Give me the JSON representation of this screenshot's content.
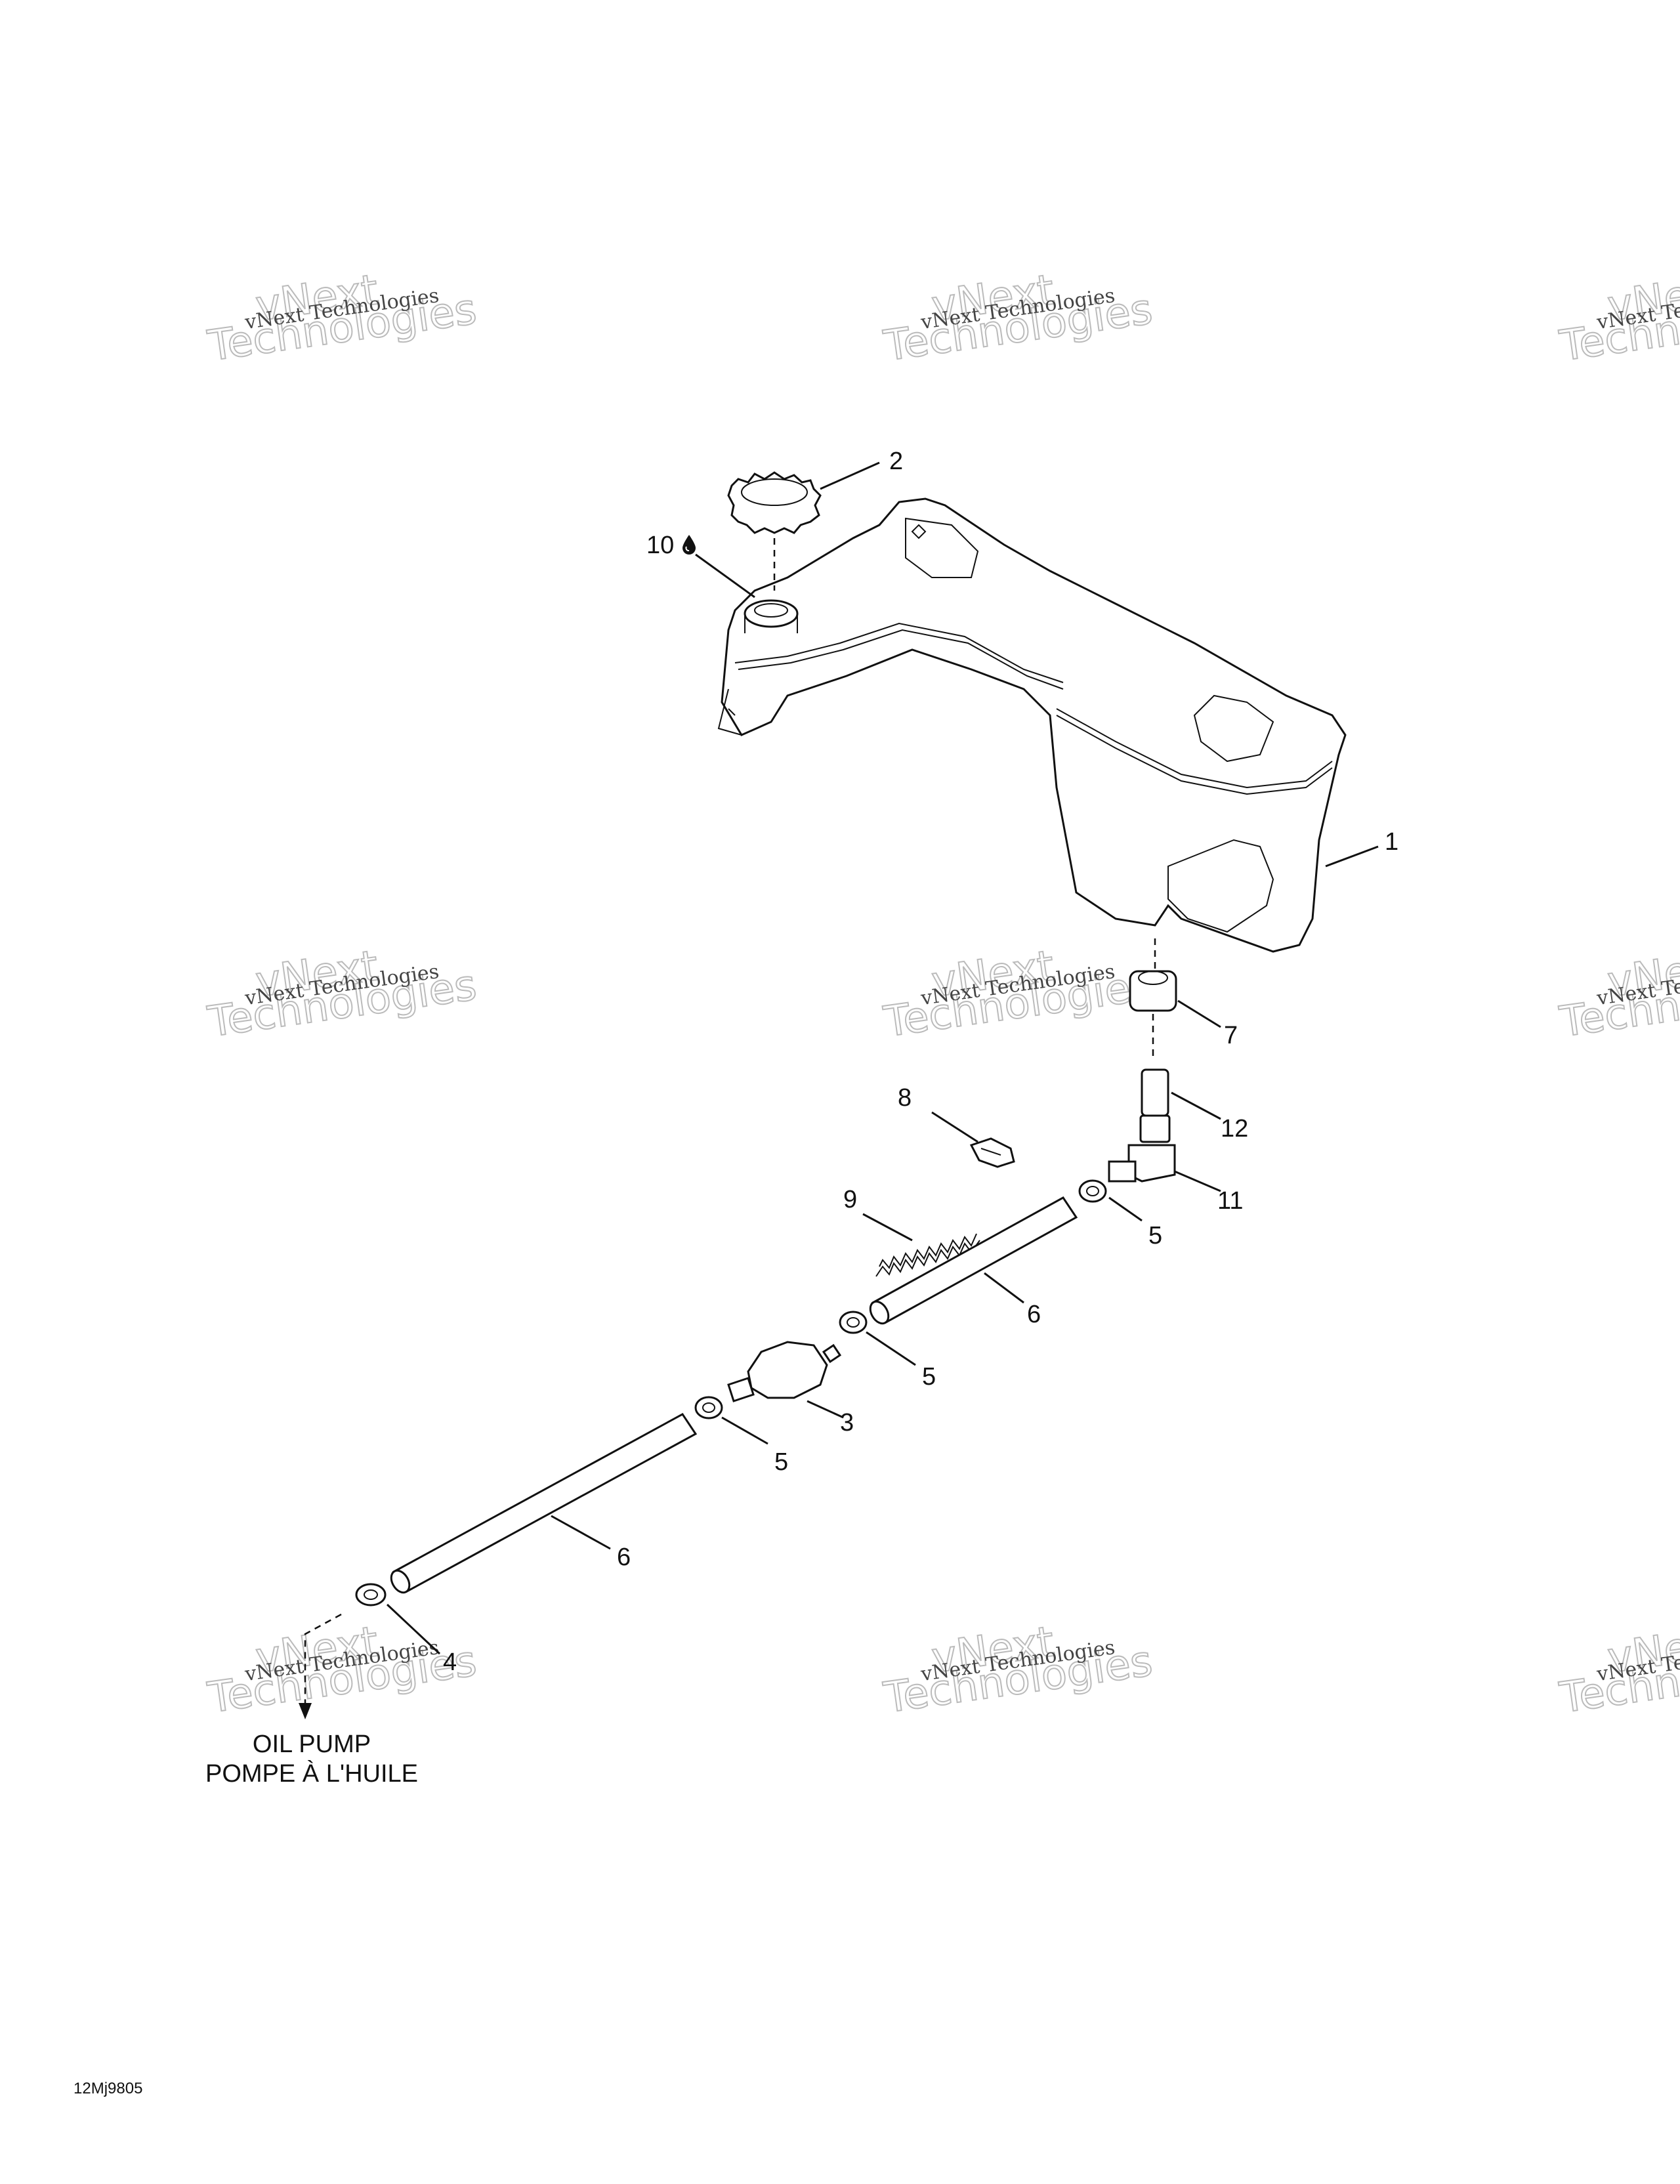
{
  "watermark": {
    "line1": "vNext Technologies",
    "line2": "vNext",
    "line3": "Technologies"
  },
  "callouts": {
    "c1": "1",
    "c2": "2",
    "c3": "3",
    "c4": "4",
    "c5a": "5",
    "c5b": "5",
    "c5c": "5",
    "c6a": "6",
    "c6b": "6",
    "c7": "7",
    "c8": "8",
    "c9": "9",
    "c10": "10",
    "c11": "11",
    "c12": "12"
  },
  "destination": {
    "line1": "OIL PUMP",
    "line2": "POMPE À L'HUILE"
  },
  "reference_code": "12Mj9805",
  "symbols": {
    "lubricant": "oil-drop-icon"
  }
}
